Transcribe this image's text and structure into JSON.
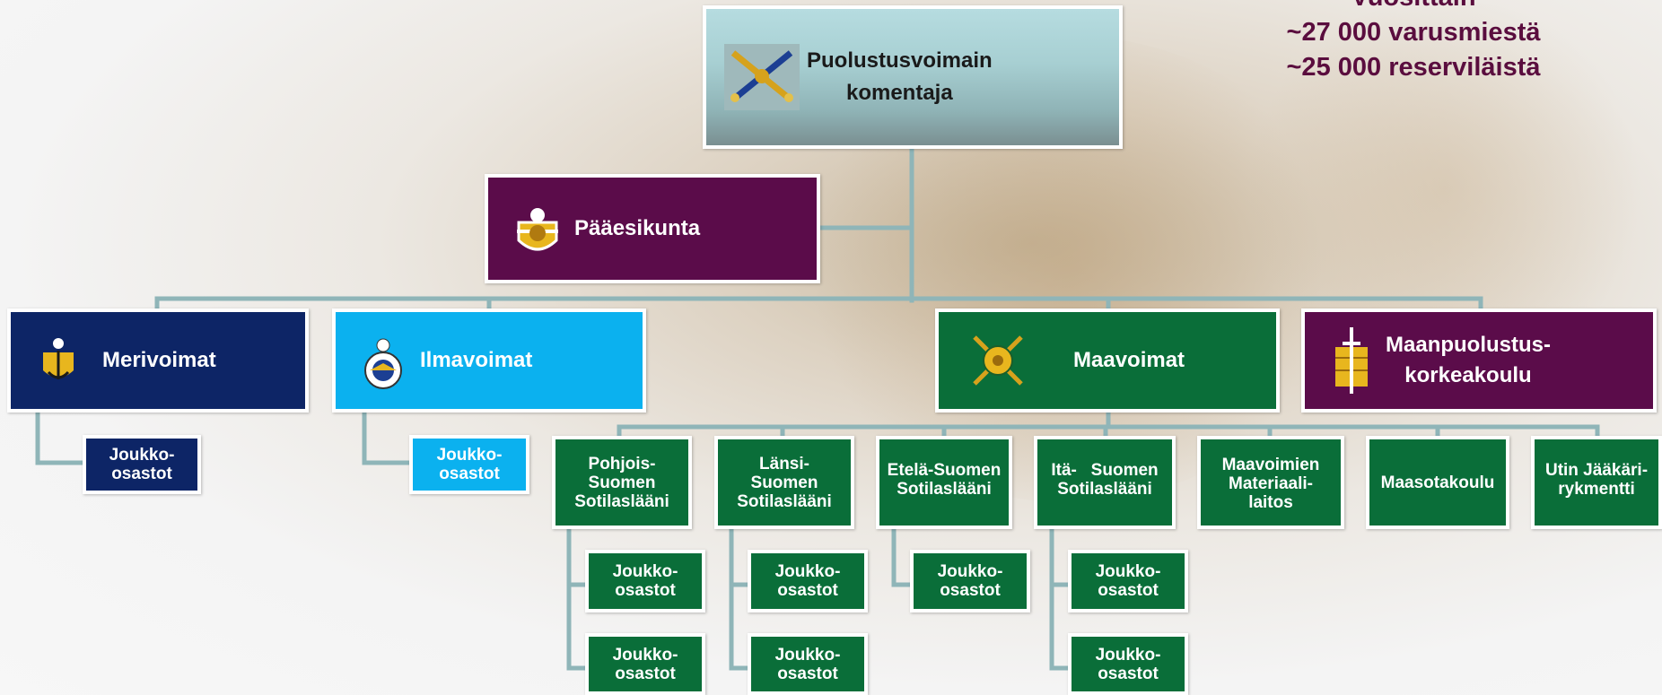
{
  "colors": {
    "navy": "#0d2566",
    "sky": "#0bb1ef",
    "green": "#0a6e39",
    "purple": "#5b0c4a",
    "connector": "#8fb5b8",
    "stats_text": "#5a0d3e"
  },
  "stats": {
    "line1": "Vuosittain",
    "line2": "~27 000 varusmiestä",
    "line3": "~25 000 reserviläistä"
  },
  "top": {
    "line1": "Puolustusvoimain",
    "line2": "komentaja",
    "icon": "crossed-batons-emblem"
  },
  "hq": {
    "label": "Pääesikunta",
    "icon": "lion-crest-emblem"
  },
  "branches": {
    "navy": {
      "label": "Merivoimat",
      "icon": "anchor-lion-emblem"
    },
    "air": {
      "label": "Ilmavoimat",
      "icon": "air-force-emblem"
    },
    "army": {
      "label": "Maavoimat",
      "icon": "army-lion-emblem"
    },
    "academy": {
      "line1": "Maanpuolustus-",
      "line2": "korkeakoulu",
      "icon": "sword-tower-emblem"
    }
  },
  "units": {
    "line1": "Joukko-",
    "line2": "osastot"
  },
  "army_units": {
    "pohjois": {
      "line1": "Pohjois-",
      "line2": "Suomen",
      "line3": "Sotilaslääni"
    },
    "lansi": {
      "line1": "Länsi-",
      "line2": "Suomen",
      "line3": "Sotilaslääni"
    },
    "etela": {
      "line1": "Etelä-Suomen",
      "line2": "Sotilaslääni"
    },
    "ita": {
      "line1": "Itä-   Suomen",
      "line2": "Sotilaslääni"
    },
    "materiaali": {
      "line1": "Maavoimien",
      "line2": "Materiaali-",
      "line3": "laitos"
    },
    "maasotakoulu": {
      "line1": "Maasotakoulu"
    },
    "utin": {
      "line1": "Utin Jääkäri-",
      "line2": "rykmentti"
    }
  }
}
